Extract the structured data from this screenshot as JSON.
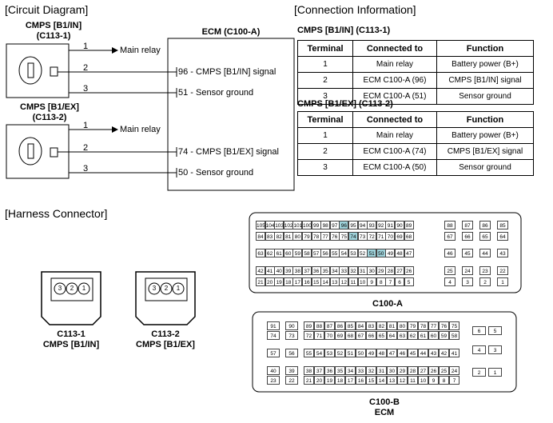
{
  "circuit": {
    "title": "[Circuit Diagram]",
    "sensor1": {
      "name": "CMPS [B1/IN]",
      "code": "(C113-1)"
    },
    "sensor2": {
      "name": "CMPS [B1/EX]",
      "code": "(C113-2)"
    },
    "ecm_title": "ECM (C100-A)",
    "wires1": [
      {
        "num": "1",
        "label": "Main relay"
      },
      {
        "num": "2",
        "label": "96 - CMPS [B1/IN] signal"
      },
      {
        "num": "3",
        "label": "51 - Sensor ground"
      }
    ],
    "wires2": [
      {
        "num": "1",
        "label": "Main relay"
      },
      {
        "num": "2",
        "label": "74 - CMPS [B1/EX] signal"
      },
      {
        "num": "3",
        "label": "50 - Sensor ground"
      }
    ]
  },
  "connection": {
    "title": "[Connection Information]",
    "headers": [
      "Terminal",
      "Connected to",
      "Function"
    ],
    "table1_title": "CMPS [B1/IN] (C113-1)",
    "table1": [
      [
        "1",
        "Main relay",
        "Battery power (B+)"
      ],
      [
        "2",
        "ECM C100-A (96)",
        "CMPS [B1/IN] signal"
      ],
      [
        "3",
        "ECM C100-A (51)",
        "Sensor ground"
      ]
    ],
    "table2_title": "CMPS [B1/EX] (C113-2)",
    "table2": [
      [
        "1",
        "Main relay",
        "Battery power (B+)"
      ],
      [
        "2",
        "ECM C100-A (74)",
        "CMPS [B1/EX] signal"
      ],
      [
        "3",
        "ECM C100-A (50)",
        "Sensor ground"
      ]
    ]
  },
  "harness": {
    "title": "[Harness Connector]",
    "conn1": {
      "pins": [
        "3",
        "2",
        "1"
      ],
      "code": "C113-1",
      "name": "CMPS [B1/IN]"
    },
    "conn2": {
      "pins": [
        "3",
        "2",
        "1"
      ],
      "code": "C113-2",
      "name": "CMPS [B1/EX]"
    },
    "c100a": {
      "caption": "C100-A",
      "highlight_color": "#9fd3db",
      "highlighted": [
        "96",
        "74",
        "51",
        "50"
      ],
      "rows": [
        {
          "main": [
            "105",
            "104",
            "103",
            "102",
            "101",
            "100",
            "99",
            "98",
            "97",
            "96",
            "95",
            "94",
            "93",
            "92",
            "91",
            "90",
            "89"
          ],
          "side": [
            "88",
            "87",
            "86",
            "85"
          ]
        },
        {
          "main": [
            "84",
            "83",
            "82",
            "81",
            "80",
            "79",
            "78",
            "77",
            "76",
            "75",
            "74",
            "73",
            "72",
            "71",
            "70",
            "69",
            "68"
          ],
          "side": [
            "67",
            "66",
            "65",
            "64"
          ]
        },
        {
          "main": [
            "63",
            "62",
            "61",
            "60",
            "59",
            "58",
            "57",
            "56",
            "55",
            "54",
            "53",
            "52",
            "51",
            "50",
            "49",
            "48",
            "47"
          ],
          "side": [
            "46",
            "45",
            "44",
            "43"
          ]
        },
        {
          "main": [
            "42",
            "41",
            "40",
            "39",
            "38",
            "37",
            "36",
            "35",
            "34",
            "33",
            "32",
            "31",
            "30",
            "29",
            "28",
            "27",
            "26"
          ],
          "side": [
            "25",
            "24",
            "23",
            "22"
          ]
        },
        {
          "main": [
            "21",
            "20",
            "19",
            "18",
            "17",
            "16",
            "15",
            "14",
            "13",
            "12",
            "11",
            "10",
            "9",
            "8",
            "7",
            "6",
            "5"
          ],
          "side": [
            "4",
            "3",
            "2",
            "1"
          ]
        }
      ]
    },
    "c100b": {
      "caption": "C100-B",
      "caption2": "ECM",
      "rows": [
        {
          "left": [
            "91",
            "74"
          ],
          "a": [
            "90",
            "73"
          ],
          "main": [
            [
              "89",
              "88",
              "87",
              "86",
              "85",
              "84",
              "83",
              "82",
              "81",
              "80",
              "79",
              "78",
              "77",
              "76",
              "75"
            ],
            [
              "72",
              "71",
              "70",
              "69",
              "68",
              "67",
              "66",
              "65",
              "64",
              "63",
              "62",
              "61",
              "60",
              "59",
              "58"
            ]
          ],
          "side": [
            [
              "6",
              "5"
            ]
          ]
        },
        {
          "left": [
            "57"
          ],
          "a": [
            "56"
          ],
          "main": [
            [
              "55",
              "54",
              "53",
              "52",
              "51",
              "50",
              "49",
              "48",
              "47",
              "46",
              "45",
              "44",
              "43",
              "42",
              "41"
            ]
          ],
          "side": [
            [
              "4",
              "3"
            ]
          ]
        },
        {
          "left": [
            "40",
            "23"
          ],
          "a": [
            "39",
            "22"
          ],
          "main": [
            [
              "38",
              "37",
              "36",
              "35",
              "34",
              "33",
              "32",
              "31",
              "30",
              "29",
              "28",
              "27",
              "26",
              "25",
              "24"
            ],
            [
              "21",
              "20",
              "19",
              "18",
              "17",
              "16",
              "15",
              "14",
              "13",
              "12",
              "11",
              "10",
              "9",
              "8",
              "7"
            ]
          ],
          "side": [
            [
              "2",
              "1"
            ]
          ]
        }
      ]
    }
  }
}
